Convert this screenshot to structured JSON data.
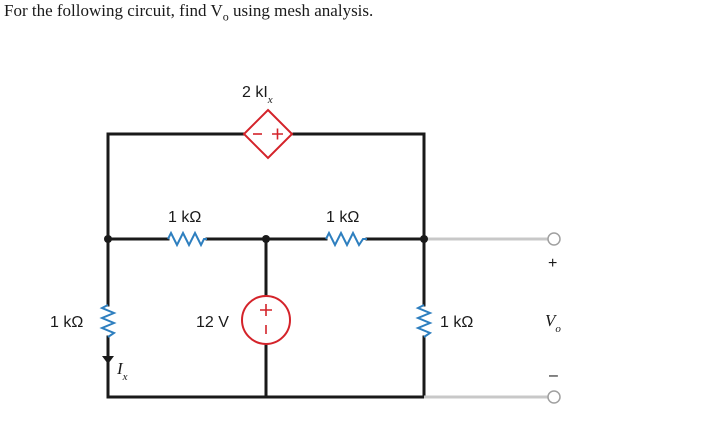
{
  "question": {
    "prefix": "For the following circuit, find V",
    "subscript": "o",
    "suffix": " using mesh analysis."
  },
  "circuit": {
    "dependent_source": {
      "label_main": "2 kI",
      "label_sub": "x"
    },
    "resistor_top_left": {
      "label": "1 kΩ"
    },
    "resistor_top_right": {
      "label": "1 kΩ"
    },
    "resistor_left": {
      "label": "1 kΩ"
    },
    "resistor_right": {
      "label": "1 kΩ"
    },
    "voltage_source": {
      "label": "12 V"
    },
    "current_label": {
      "main": "I",
      "sub": "x"
    },
    "output": {
      "plus": "+",
      "minus": "–",
      "label_main": "V",
      "label_sub": "o"
    }
  },
  "colors": {
    "wire": "#1a1a1a",
    "resistor": "#2e7fbf",
    "source": "#d4232a",
    "output_wire": "#c8c8c8"
  }
}
